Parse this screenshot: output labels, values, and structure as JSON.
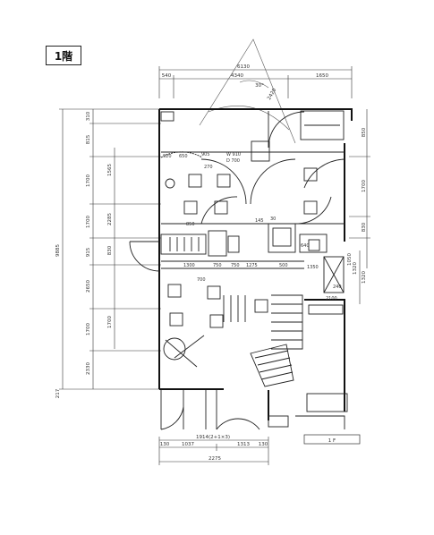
{
  "floor_label": "1階",
  "floor_tag": "1 F",
  "dims_top": {
    "overall": "6130",
    "inner_left": "4340",
    "inner_right": "1650",
    "small_left": "540",
    "angle": "30°",
    "radial": "2420"
  },
  "dims_left_outer": "9885",
  "dims_left_segments": [
    "310",
    "815",
    "1700",
    "1700",
    "915",
    "2650",
    "1700",
    "2330",
    "217"
  ],
  "dims_left_inner": [
    "1565",
    "2285",
    "830",
    "1700"
  ],
  "dims_right": [
    "850",
    "1700",
    "830",
    "1320",
    "1320",
    "1050"
  ],
  "dims_bottom": {
    "row1": "1914(2+1×3)",
    "a": "1037",
    "b": "1313",
    "c": "130",
    "d": "130",
    "overall": "2275"
  },
  "room_labels": [
    "920",
    "650",
    "905",
    "270",
    "W 910",
    "D 700",
    "1300",
    "750",
    "750",
    "1275",
    "700",
    "640",
    "500",
    "1350",
    "2100",
    "145",
    "30",
    "240",
    "850"
  ]
}
